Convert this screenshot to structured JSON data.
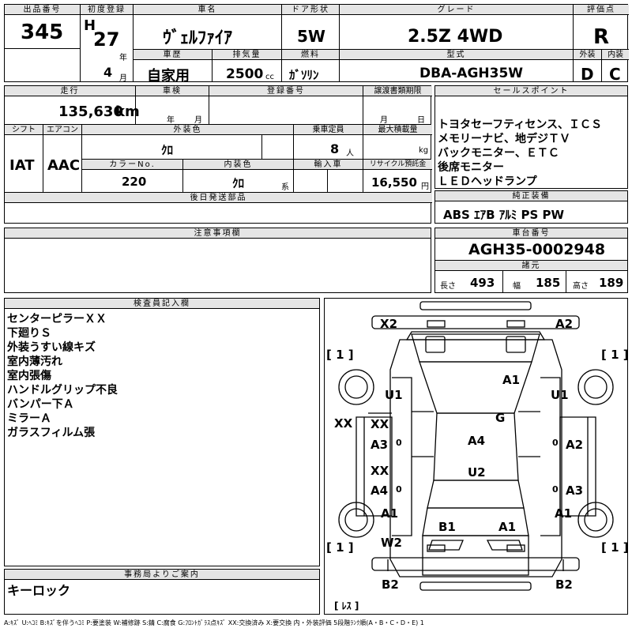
{
  "header": {
    "lot_label": "出品番号",
    "lot_no": "345",
    "first_reg_label": "初度登録",
    "era": "H",
    "year": "27",
    "year_unit": "年",
    "month": "4",
    "month_unit": "月",
    "name_label": "車名",
    "car_name": "ｳﾞｪﾙﾌｧｲｱ",
    "door_label": "ドア形状",
    "door": "5W",
    "grade_label": "グレード",
    "grade": "2.5Z 4WD",
    "score_label": "評価点",
    "score": "R",
    "history_label": "車歴",
    "history": "自家用",
    "disp_label": "排気量",
    "disp": "2500",
    "disp_unit": "cc",
    "fuel_label": "燃料",
    "fuel": "ｶﾞｿﾘﾝ",
    "model_label": "型式",
    "model": "DBA-AGH35W",
    "ext_label": "外装",
    "ext": "D",
    "int_label": "内装",
    "int": "C"
  },
  "row2": {
    "mileage_label": "走行",
    "mileage": "135,630",
    "mileage_unit": "km",
    "shaken_label": "車検",
    "shaken_y": "年",
    "shaken_m": "月",
    "regno_label": "登録番号",
    "transfer_label": "譲渡書類期限",
    "transfer_m": "月",
    "transfer_d": "日",
    "shift_label": "シフト",
    "shift": "IAT",
    "ac_label": "エアコン",
    "ac": "AAC",
    "color_label": "外装色",
    "color": "ｸﾛ",
    "cap_label": "乗車定員",
    "cap": "8",
    "cap_unit": "人",
    "load_label": "最大積載量",
    "load_unit": "kg",
    "colorno_label": "カラーNo.",
    "colorno": "220",
    "intcolor_label": "内装色",
    "intcolor": "ｸﾛ",
    "intcolor_unit": "系",
    "import_label": "輸入車",
    "recycle_label": "リサイクル預託金",
    "recycle": "16,550",
    "recycle_unit": "円",
    "later_label": "後日発送部品"
  },
  "sales": {
    "label": "セールスポイント",
    "lines": [
      "トヨタセーフティセンス、ＩＣＳ",
      "メモリーナビ、地デジＴＶ",
      "バックモニター、ＥＴＣ",
      "後席モニター",
      "ＬＥＤヘッドランプ"
    ]
  },
  "equip": {
    "label": "純正装備",
    "text": "ABS ｴｱB ｱﾙﾐ PS PW"
  },
  "caution": {
    "label": "注意事項欄"
  },
  "chassis": {
    "label": "車台番号",
    "value": "AGH35-0002948"
  },
  "dims": {
    "label": "諸元",
    "l_label": "長さ",
    "l": "493",
    "w_label": "幅",
    "w": "185",
    "h_label": "高さ",
    "h": "189"
  },
  "inspector": {
    "label": "検査員記入欄",
    "lines": [
      "センターピラーＸＸ",
      "下廻りＳ",
      "外装うすい線キズ",
      "室内薄汚れ",
      "室内張傷",
      "ハンドルグリップ不良",
      "バンパー下Ａ",
      "ミラーＡ",
      "ガラスフィルム張"
    ]
  },
  "office": {
    "label": "事務局よりご案内",
    "text": "キーロック"
  },
  "diagram": {
    "x2": "X2",
    "a2_top": "A2",
    "b1_tl": "[ 1 ]",
    "b1_tr": "[ 1 ]",
    "a1_roof": "A1",
    "u1_l": "U1",
    "u1_r": "U1",
    "g": "G",
    "xx_l": "XX",
    "xx_door1": "XX",
    "a3_l": "A3",
    "a4_c": "A4",
    "a2_r": "A2",
    "xx_door2": "XX",
    "u2": "U2",
    "a4_l": "A4",
    "a3_r": "A3",
    "a1_l": "A1",
    "a1_r": "A1",
    "b1_c": "B1",
    "a1_c": "A1",
    "w2": "W2",
    "b1_bl": "[ 1 ]",
    "b1_br": "[ 1 ]",
    "b2_l": "B2",
    "b2_r": "B2",
    "res": "[ ﾚｽ ]",
    "zero": "0"
  },
  "legend": "A:ｷｽﾞ U:ﾍｺﾐ B:ｷｽﾞを伴うﾍｺﾐ P:要塗装 W:補修跡 S:錆 C:腐食 G:ﾌﾛﾝﾄｶﾞﾗｽ点ｷｽﾞ XX:交換済み X:要交換 内・外装評価 5段階ﾗﾝｸ順(A・B・C・D・E) 1"
}
